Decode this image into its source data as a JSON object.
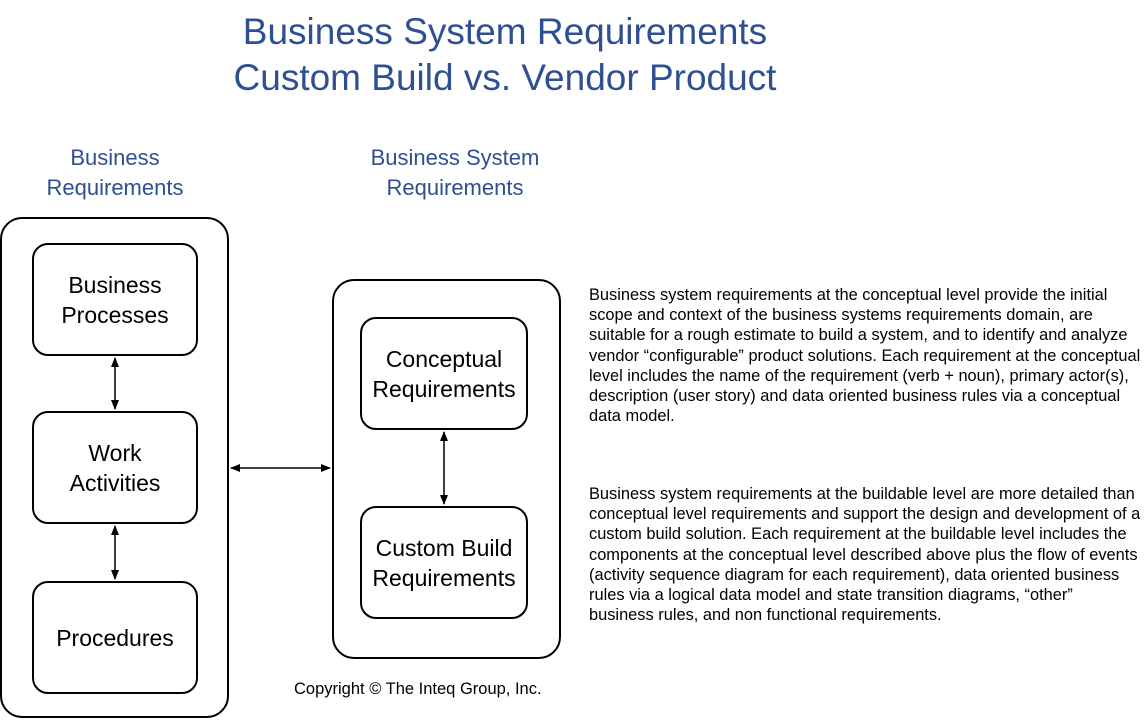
{
  "title": {
    "line1": "Business System Requirements",
    "line2": "Custom Build vs. Vendor Product"
  },
  "columns": {
    "business_requirements": {
      "heading_line1": "Business",
      "heading_line2": "Requirements",
      "boxes": [
        {
          "line1": "Business",
          "line2": "Processes"
        },
        {
          "line1": "Work",
          "line2": "Activities"
        },
        {
          "line1": "Procedures",
          "line2": ""
        }
      ]
    },
    "business_system_requirements": {
      "heading_line1": "Business System",
      "heading_line2": "Requirements",
      "boxes": [
        {
          "line1": "Conceptual",
          "line2": "Requirements"
        },
        {
          "line1": "Custom Build",
          "line2": "Requirements"
        }
      ]
    }
  },
  "description": {
    "paragraph1": "Business system requirements at the conceptual level provide the initial scope and context of the business systems requirements domain, are suitable for a rough estimate to build a system, and to identify and analyze vendor “configurable” product solutions. Each requirement at the conceptual level includes the name of the requirement (verb + noun), primary actor(s), description (user story) and data oriented business rules via a conceptual data model.",
    "paragraph2": "Business system requirements at the buildable level are more detailed than conceptual level requirements and support the design and development of a custom build solution. Each requirement at the buildable level includes the components at the conceptual level described above plus the flow of events (activity sequence diagram for each requirement), data oriented business rules via a logical data model and state transition diagrams, “other” business rules, and non functional requirements."
  },
  "copyright": "Copyright © The Inteq Group, Inc.",
  "colors": {
    "heading": "#2e4f91",
    "line": "#000000"
  }
}
